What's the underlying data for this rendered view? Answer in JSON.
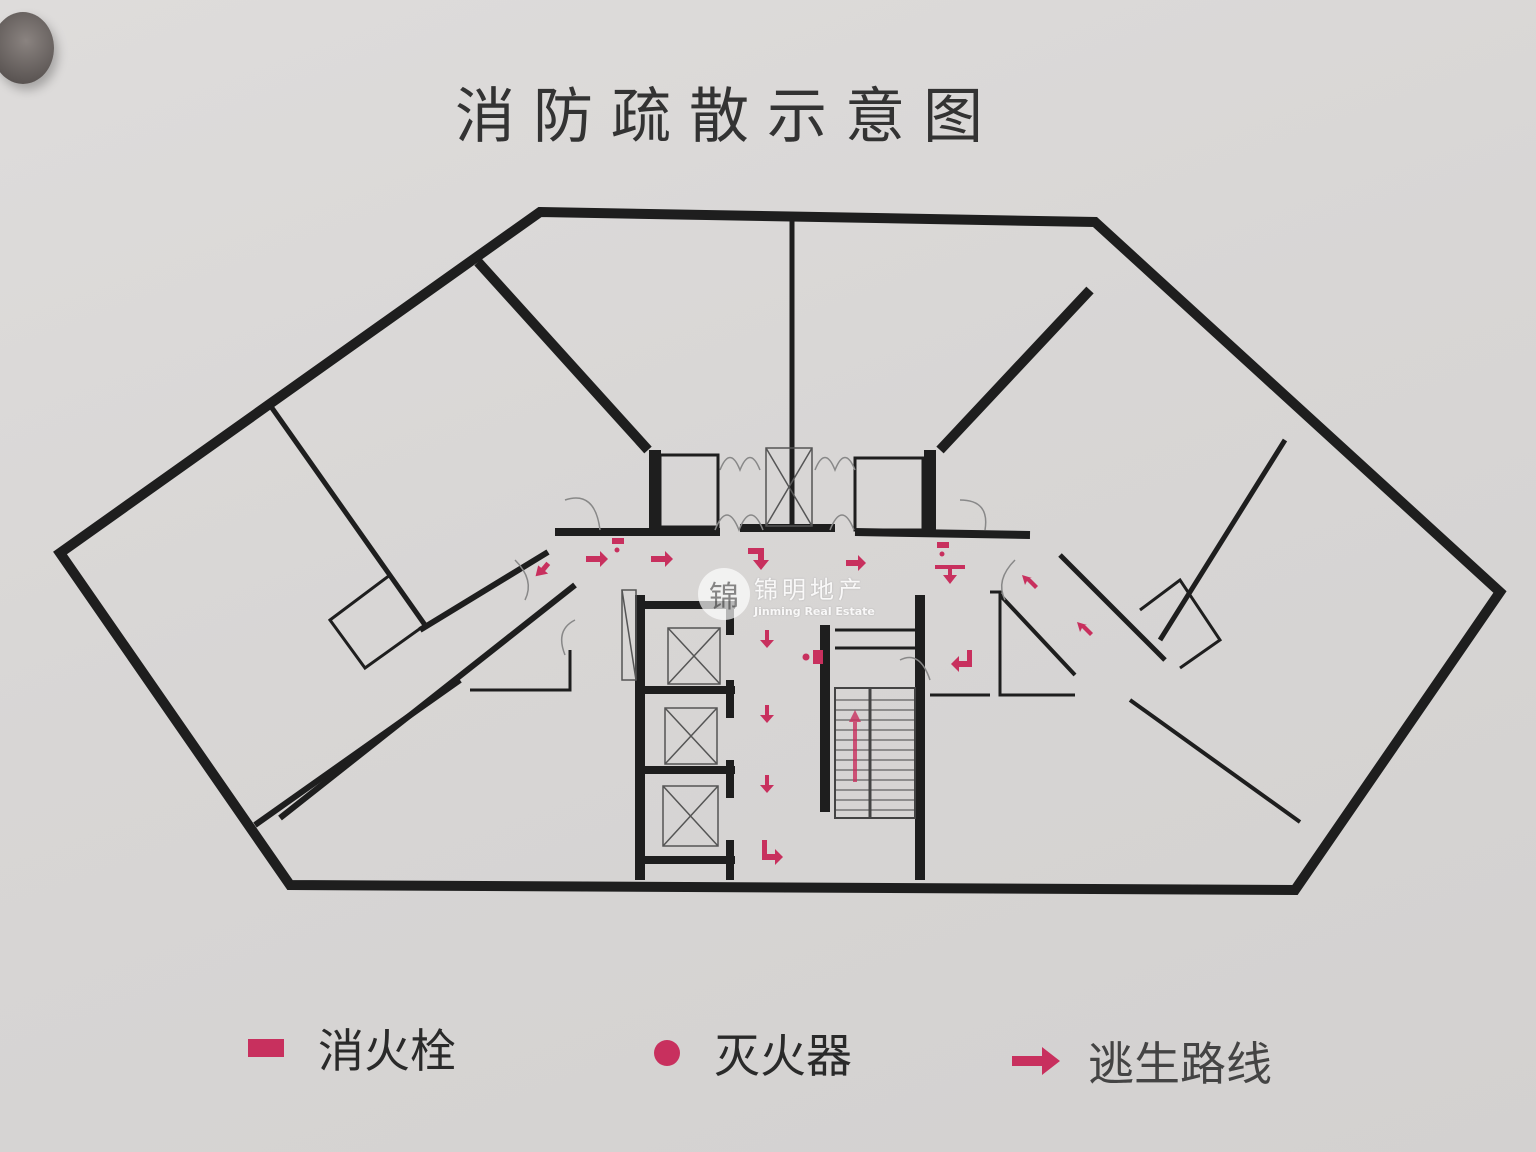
{
  "sign": {
    "title": "消防疏散示意图",
    "background_color": "#dad8d7",
    "wall_color": "#1e1e1e",
    "accent_color": "#c8305e"
  },
  "legend": [
    {
      "symbol": "hydrant-square",
      "label": "消火栓"
    },
    {
      "symbol": "extinguisher-dot",
      "label": "灭火器"
    },
    {
      "symbol": "arrow-right",
      "label": "逃生路线"
    }
  ],
  "watermark": {
    "logo": "锦",
    "name_cn": "锦明地产",
    "name_en": "Jinming Real Estate"
  },
  "plan": {
    "elevators": 3,
    "stairwells": 1,
    "escape_arrows": 14,
    "hydrants": 4,
    "extinguishers": 2
  }
}
